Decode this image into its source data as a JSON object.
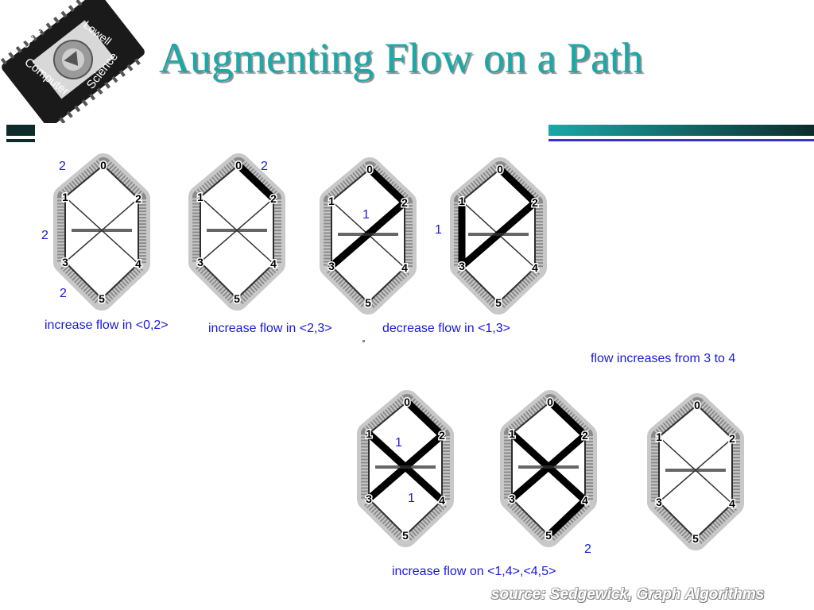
{
  "title": "Augmenting Flow on a Path",
  "logo": {
    "top": "Lowell",
    "left": "UMass",
    "bottom_left": "Computer",
    "bottom_right": "Science"
  },
  "captions": {
    "step1": "increase flow in <0,2>",
    "step2": "increase flow in <2,3>",
    "step3": "decrease flow in <1,3>",
    "summary": "flow increases from 3 to 4",
    "step4": "increase flow on <1,4>,<4,5>"
  },
  "flow_labels": {
    "g1_top": "2",
    "g1_left": "2",
    "g1_bottom": "2",
    "g2_top": "2",
    "g3_mid": "1",
    "g4_left": "1",
    "g5_upper": "1",
    "g5_lower": "1",
    "g6_bottom": "2"
  },
  "vertex_labels": [
    "0",
    "1",
    "2",
    "3",
    "4",
    "5"
  ],
  "graphs": [
    {
      "id": "g1",
      "highlight": []
    },
    {
      "id": "g2",
      "highlight": [
        "0-2"
      ]
    },
    {
      "id": "g3",
      "highlight": [
        "0-2",
        "2-3"
      ]
    },
    {
      "id": "g4",
      "highlight": [
        "0-2",
        "2-3",
        "1-3"
      ]
    },
    {
      "id": "g5",
      "highlight": [
        "0-2",
        "1-4",
        "2-3"
      ]
    },
    {
      "id": "g6",
      "highlight": [
        "0-2",
        "1-4",
        "2-3",
        "4-5"
      ]
    },
    {
      "id": "g7",
      "highlight": []
    }
  ],
  "source": "source: Sedgewick, Graph Algorithms",
  "colors": {
    "title": "#1aa8a8",
    "label": "#1a1ad4",
    "bar_dark": "#0d2b2b",
    "bar_teal": "#1aa8a8",
    "bar_blue": "#3434c8"
  }
}
